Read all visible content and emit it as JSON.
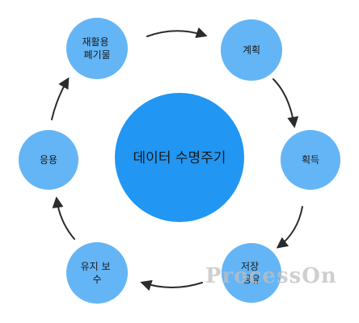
{
  "diagram": {
    "center_label": "데이터 수명주기",
    "colors": {
      "center_fill": "#2196f3",
      "stage_fill": "#64b5f6",
      "arrow": "#2b2b2b",
      "watermark": "#bfbfbf"
    },
    "stages": [
      {
        "label_lines": [
          "재활용",
          "폐기물"
        ]
      },
      {
        "label_lines": [
          "계획"
        ]
      },
      {
        "label_lines": [
          "획득"
        ]
      },
      {
        "label_lines": [
          "저장",
          "공유"
        ]
      },
      {
        "label_lines": [
          "유지 보",
          "수"
        ]
      },
      {
        "label_lines": [
          "응용"
        ]
      }
    ],
    "watermark": "ProcessOn"
  }
}
